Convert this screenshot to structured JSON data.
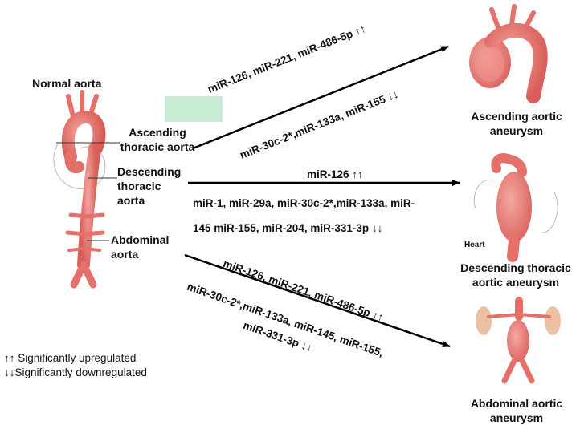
{
  "labels": {
    "normal_aorta": "Normal aorta",
    "ascending_thoracic_line1": "Ascending",
    "ascending_thoracic_line2": "thoracic aorta",
    "descending_thoracic_line1": "Descending",
    "descending_thoracic_line2": "thoracic",
    "descending_thoracic_line3": "aorta",
    "abdominal_line1": "Abdominal",
    "abdominal_line2": "aorta",
    "heart": "Heart"
  },
  "outcomes": {
    "ascending_line1": "Ascending aortic",
    "ascending_line2": "aneurysm",
    "descending_line1": "Descending thoracic",
    "descending_line2": "aortic aneurysm",
    "abdominal_line1": "Abdominal aortic",
    "abdominal_line2": "aneurysm"
  },
  "mirna": {
    "asc_up": "miR-126, miR-221, miR-486-5p ↑↑",
    "asc_down": "miR-30c-2*,miR-133a, miR-155 ↓↓",
    "desc_up": "miR-126 ↑↑",
    "desc_down_line1": "miR-1, miR-29a, miR-30c-2*,miR-133a, miR-",
    "desc_down_line2": "145  miR-155, miR-204, miR-331-3p ↓↓",
    "abd_up": "miR-126, miR-221, miR-486-5p ↑↑",
    "abd_down_line1": "miR-30c-2*,miR-133a, miR-145, miR-155,",
    "abd_down_line2": "miR-331-3p ↓↓"
  },
  "legend": {
    "up": "↑↑ Significantly upregulated",
    "down": "↓↓Significantly downregulated"
  },
  "colors": {
    "aorta": "#ee7e78",
    "aorta_dark": "#c9504b",
    "highlight_box": "#c8ecd4",
    "arrow": "#000000"
  }
}
